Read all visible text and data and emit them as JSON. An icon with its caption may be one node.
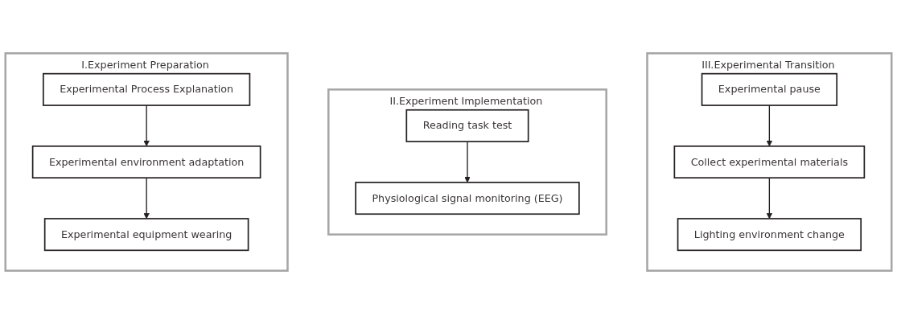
{
  "diagram": {
    "nodes": [
      {
        "text": [
          "I.Experiment Preparation"
        ]
      },
      {
        "text": [
          "Experimental Process Explanation"
        ],
        "in": 0
      },
      {
        "text": [
          "Experimental environment adaptation"
        ],
        "in": 0
      },
      {
        "text": [
          "Experimental equipment wearing"
        ],
        "in": 0
      },
      {
        "text": [
          "II.Experiment Implementation"
        ]
      },
      {
        "text": [
          "Reading task test"
        ],
        "in": 4
      },
      {
        "text": [
          "Physiological signal monitoring (EEG)"
        ],
        "in": 4
      },
      {
        "text": [
          "III.Experimental Transition"
        ]
      },
      {
        "text": [
          "Experimental pause"
        ],
        "in": 7
      },
      {
        "text": [
          "Collect experimental materials"
        ],
        "in": 7
      },
      {
        "text": [
          "Lighting environment change"
        ],
        "in": 7
      }
    ],
    "edges": [
      {
        "from": 1,
        "to": 2,
        "arrow": "to"
      },
      {
        "from": 2,
        "to": 3,
        "arrow": "to"
      },
      {
        "from": 5,
        "to": 6,
        "arrow": "to"
      },
      {
        "from": 8,
        "to": 9,
        "arrow": "to"
      },
      {
        "from": 9,
        "to": 10,
        "arrow": "to"
      }
    ]
  }
}
